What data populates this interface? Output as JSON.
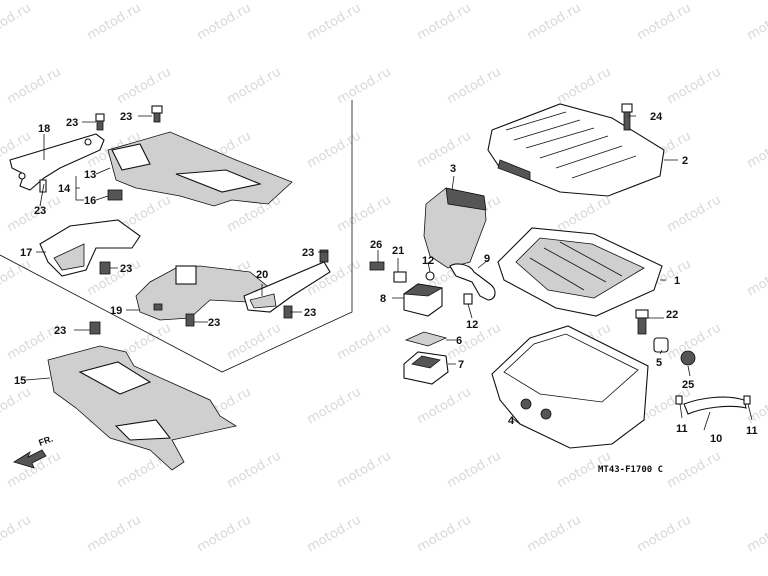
{
  "watermark": {
    "text": "motod.ru"
  },
  "diagram_code": "MT43-F1700 C",
  "front_indicator": "FR.",
  "labels": {
    "l1": "1",
    "l2": "2",
    "l3": "3",
    "l4": "4",
    "l5": "5",
    "l6": "6",
    "l7": "7",
    "l8": "8",
    "l9": "9",
    "l10": "10",
    "l11a": "11",
    "l11b": "11",
    "l12a": "12",
    "l12b": "12",
    "l13": "13",
    "l14": "14",
    "l15": "15",
    "l16": "16",
    "l17": "17",
    "l18": "18",
    "l19": "19",
    "l20": "20",
    "l21": "21",
    "l22": "22",
    "l23a": "23",
    "l23b": "23",
    "l23c": "23",
    "l23d": "23",
    "l23e": "23",
    "l23f": "23",
    "l23g": "23",
    "l23h": "23",
    "l24": "24",
    "l25": "25",
    "l26": "26"
  }
}
